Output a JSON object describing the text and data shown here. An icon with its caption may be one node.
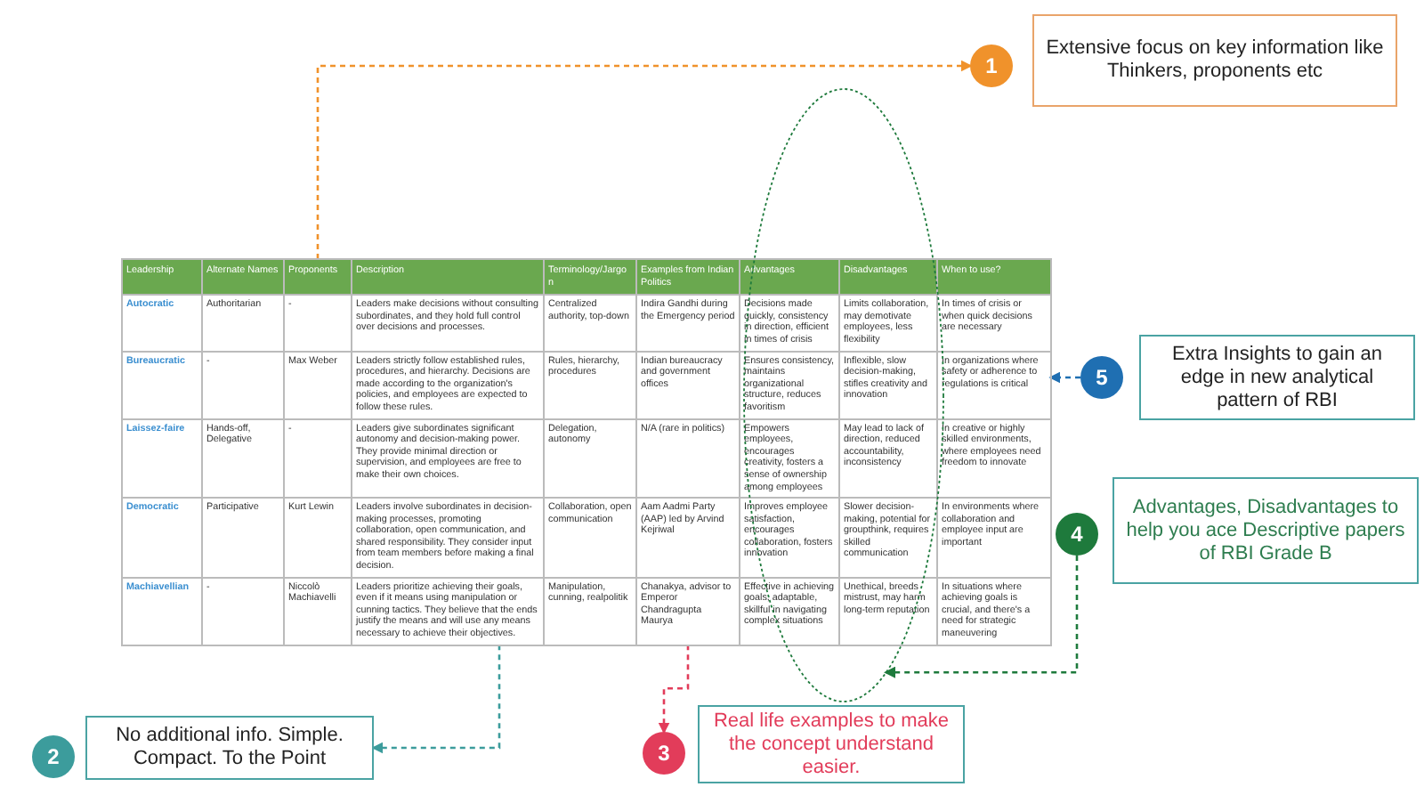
{
  "diagram": {
    "nodes": [
      {
        "text": [
          "Proponents"
        ]
      },
      {
        "text": [
          "1"
        ]
      },
      {
        "text": [
          "Extensive focus on key information like Thinkers, proponents etc"
        ]
      },
      {
        "text": [],
        "shape": "ellipse"
      },
      {
        "text": [
          "In times of crisis or when quick decisions are necessary"
        ]
      },
      {
        "text": [
          "5"
        ]
      },
      {
        "text": [
          "Extra Insights to gain an edge in new analytical pattern of RBI"
        ]
      },
      {
        "text": [
          "4"
        ]
      },
      {
        "text": [
          "Advantages, Disadvantages to help you ace Descriptive papers of RBI Grade B"
        ]
      },
      {
        "text": [
          "Leaders prioritize achieving their goals, even if it means using manipulation or cunning tactics. They believe that the ends justify the means and will use any means necessary to achieve their objectives."
        ]
      },
      {
        "text": [
          "Chanakya, advisor to Emperor Chandragupta Maurya"
        ]
      },
      {
        "text": [
          "2"
        ]
      },
      {
        "text": [
          "No additional info. Simple. Compact. To the Point"
        ]
      },
      {
        "text": [
          "3"
        ]
      },
      {
        "text": [
          "Real life examples to make the concept understand easier."
        ]
      }
    ],
    "edges": [
      {
        "from": 0,
        "to": 1,
        "arrow": "to",
        "style": "dashed",
        "color": "#f0922b"
      },
      {
        "from": 5,
        "to": 4,
        "arrow": "to",
        "style": "dashed",
        "color": "#1f6fb2"
      },
      {
        "from": 7,
        "to": 3,
        "arrow": "to",
        "style": "dashed",
        "color": "#1e7a3c"
      },
      {
        "from": 9,
        "to": 12,
        "arrow": "to",
        "style": "dashed",
        "color": "#3c9c9c"
      },
      {
        "from": 10,
        "to": 13,
        "arrow": "to",
        "style": "dashed",
        "color": "#e23c5a"
      }
    ],
    "labels": [
      "Leadership",
      "Alternate Names",
      "Description",
      "Terminology/Jargon",
      "Examples from Indian Politics",
      "Advantages",
      "Disadvantages",
      "When to use?",
      "Autocratic",
      "Authoritarian",
      "-",
      "Leaders make decisions without consulting subordinates, and they hold full control over decisions and processes.",
      "Centralized authority, top-down",
      "Indira Gandhi during the Emergency period",
      "Decisions made quickly, consistency in direction, efficient in times of crisis",
      "Limits collaboration, may demotivate employees, less flexibility",
      "Bureaucratic",
      "-",
      "Max Weber",
      "Leaders strictly follow established rules, procedures, and hierarchy. Decisions are made according to the organization's policies, and employees are expected to follow these rules.",
      "Rules, hierarchy, procedures",
      "Indian bureaucracy and government offices",
      "Ensures consistency, maintains organizational structure, reduces favoritism",
      "Inflexible, slow decision-making, stifles creativity and innovation",
      "In organizations where safety or adherence to regulations is critical",
      "Laissez-faire",
      "Hands-off, Delegative",
      "-",
      "Leaders give subordinates significant autonomy and decision-making power. They provide minimal direction or supervision, and employees are free to make their own choices.",
      "Delegation, autonomy",
      "N/A (rare in politics)",
      "Empowers employees, encourages creativity, fosters a sense of ownership among employees",
      "May lead to lack of direction, reduced accountability, inconsistency",
      "In creative or highly skilled environments, where employees need freedom to innovate",
      "Democratic",
      "Participative",
      "Kurt Lewin",
      "Leaders involve subordinates in decision-making processes, promoting collaboration, open communication, and shared responsibility. They consider input from team members before making a final decision.",
      "Collaboration, open communication",
      "Aam Aadmi Party (AAP) led by Arvind Kejriwal",
      "Improves employee satisfaction, encourages collaboration, fosters innovation",
      "Slower decision-making, potential for groupthink, requires skilled communication",
      "In environments where collaboration and employee input are important",
      "Machiavellian",
      "-",
      "Niccolò Machiavelli",
      "Manipulation, cunning, realpolitik",
      "Effective in achieving goals, adaptable, skillful in navigating complex situations",
      "Unethical, breeds mistrust, may harm long-term reputation",
      "In situations where achieving goals is crucial, and there's a need for strategic maneuvering"
    ]
  }
}
